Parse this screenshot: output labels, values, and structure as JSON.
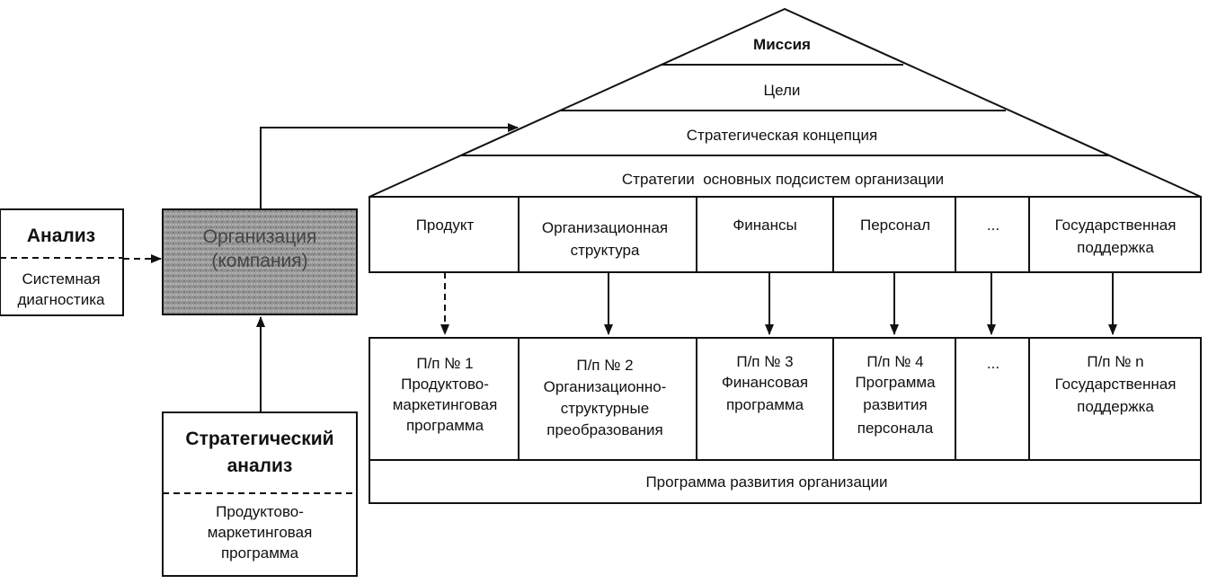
{
  "analysis_box": {
    "title": "Анализ",
    "subtitle_lines": [
      "Системная",
      "диагностика"
    ]
  },
  "organization_box": {
    "lines": [
      "Организация",
      "(компания)"
    ]
  },
  "strategic_box": {
    "title_lines": [
      "Стратегический",
      "анализ"
    ],
    "subtitle_lines": [
      "Продуктово-",
      "маркетинговая",
      "программа"
    ]
  },
  "roof": {
    "mission": "Миссия",
    "goals": "Цели",
    "concept": "Стратегическая концепция",
    "subsystems": "Стратегии  основных подсистем организации"
  },
  "strategies": [
    {
      "lines": [
        "Продукт"
      ]
    },
    {
      "lines": [
        "Организационная",
        "структура"
      ]
    },
    {
      "lines": [
        "Финансы"
      ]
    },
    {
      "lines": [
        "Персонал"
      ]
    },
    {
      "lines": [
        "..."
      ]
    },
    {
      "lines": [
        "Государственная",
        "поддержка"
      ]
    }
  ],
  "programs": [
    {
      "lines": [
        "П/п № 1",
        "Продуктово-",
        "маркетинговая",
        "программа"
      ]
    },
    {
      "lines": [
        "П/п № 2",
        "Организационно-",
        "структурные",
        "преобразования"
      ]
    },
    {
      "lines": [
        "П/п № 3",
        "Финансовая",
        "программа"
      ]
    },
    {
      "lines": [
        "П/п № 4",
        "Программа",
        "развития",
        "персонала"
      ]
    },
    {
      "lines": [
        "..."
      ]
    },
    {
      "lines": [
        "П/п № n",
        "Государственная",
        "поддержка"
      ]
    }
  ],
  "development_program": "Программа развития организации"
}
